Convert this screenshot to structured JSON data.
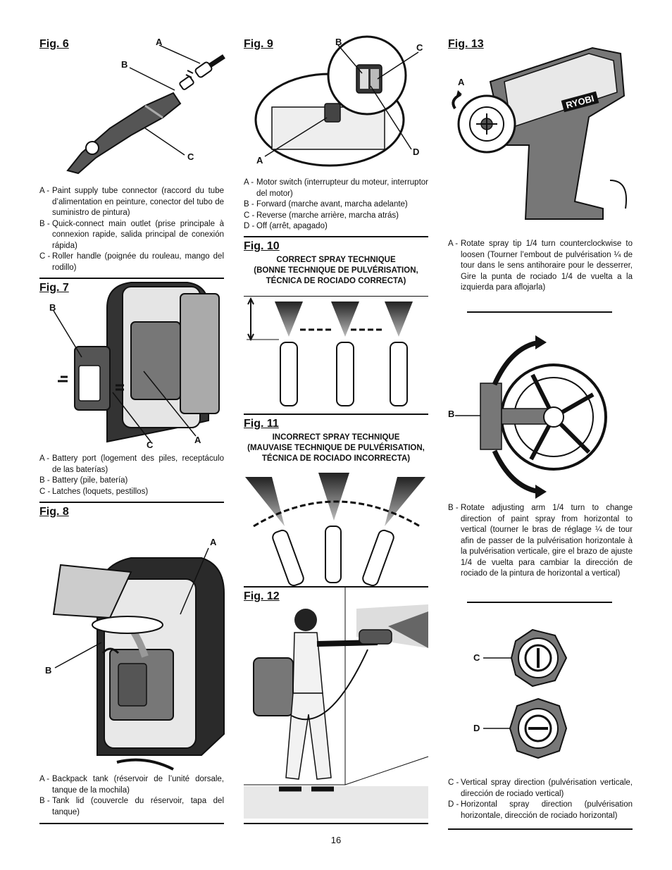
{
  "fig6": {
    "title": "Fig. 6",
    "labels": {
      "a": "A",
      "b": "B",
      "c": "C"
    },
    "captions": [
      {
        "key": "A -",
        "text": "Paint supply tube connector (raccord du tube d’alimentation en peinture, conector del tubo de suministro de pintura)"
      },
      {
        "key": "B -",
        "text": "Quick-connect main outlet (prise principale à connexion rapide, salida principal de conexión rápida)"
      },
      {
        "key": "C -",
        "text": "Roller handle (poignée du rouleau, mango del rodillo)"
      }
    ]
  },
  "fig7": {
    "title": "Fig. 7",
    "labels": {
      "a": "A",
      "b": "B",
      "c": "C"
    },
    "captions": [
      {
        "key": "A -",
        "text": "Battery port (logement des piles, receptáculo de las baterías)"
      },
      {
        "key": "B -",
        "text": "Battery (pile, batería)"
      },
      {
        "key": "C -",
        "text": "Latches (loquets, pestillos)"
      }
    ]
  },
  "fig8": {
    "title": "Fig. 8",
    "labels": {
      "a": "A",
      "b": "B"
    },
    "captions": [
      {
        "key": "A -",
        "text": "Backpack tank (réservoir de l’unité dorsale, tanque de la mochila)"
      },
      {
        "key": "B -",
        "text": "Tank lid (couvercle du réservoir, tapa del tanque)"
      }
    ]
  },
  "fig9": {
    "title": "Fig. 9",
    "labels": {
      "a": "A",
      "b": "B",
      "c": "C",
      "d": "D"
    },
    "captions": [
      {
        "key": "A -",
        "text": "Motor switch (interrupteur du moteur, interruptor del motor)"
      },
      {
        "key": "B -",
        "text": "Forward (marche avant, marcha adelante)"
      },
      {
        "key": "C -",
        "text": "Reverse (marche arrière, marcha atrás)"
      },
      {
        "key": "D -",
        "text": "Off (arrêt, apagado)"
      }
    ]
  },
  "fig10": {
    "title": "Fig. 10",
    "heading": [
      "CORRECT SPRAY TECHNIQUE",
      "(BONNE TECHNIQUE DE PULVÉRISATION,",
      "TÉCNICA DE ROCIADO CORRECTA)"
    ]
  },
  "fig11": {
    "title": "Fig. 11",
    "heading": [
      "INCORRECT SPRAY TECHNIQUE",
      "(MAUVAISE TECHNIQUE DE PULVÉRISATION,",
      "TÉCNICA DE ROCIADO INCORRECTA)"
    ]
  },
  "fig12": {
    "title": "Fig. 12"
  },
  "fig13": {
    "title": "Fig. 13",
    "brand": "RYOBI",
    "labels": {
      "a": "A",
      "b": "B",
      "c": "C",
      "d": "D"
    },
    "captions": {
      "a": {
        "key": "A -",
        "text": "Rotate spray tip 1/4 turn counterclockwise to loosen (Tourner l’embout de pulvérisation ¼ de tour dans le sens antihoraire pour le desserrer, Gire la punta de rociado 1/4 de vuelta a la izquierda para aflojarla)"
      },
      "b": {
        "key": "B -",
        "text": "Rotate adjusting arm 1/4 turn to change direction of paint spray from horizontal to vertical (tourner le bras de réglage ¼ de tour afin de passer de la pulvérisation horizontale à la pulvérisation verticale, gire el brazo de ajuste 1/4 de vuelta para cambiar la dirección de rociado de la pintura de horizontal a vertical)"
      },
      "cd": [
        {
          "key": "C -",
          "text": "Vertical spray direction (pulvérisation verticale, dirección de rociado vertical)"
        },
        {
          "key": "D -",
          "text": "Horizontal spray direction (pulvérisation horizontale, dirección de rociado horizontal)"
        }
      ]
    }
  },
  "page_number": "16"
}
